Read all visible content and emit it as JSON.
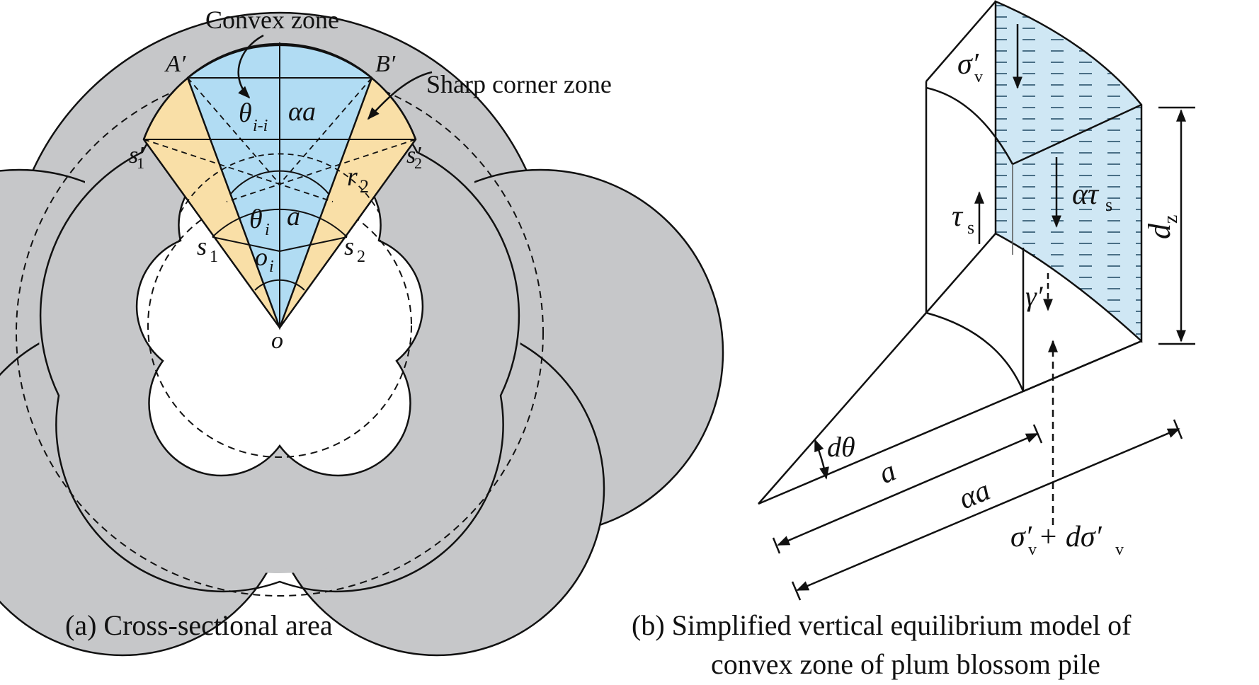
{
  "panel_a": {
    "zone_labels": {
      "convex": "Convex zone",
      "sharp_corner": "Sharp corner zone"
    },
    "points": {
      "a_prime": "A′",
      "b_prime": "B′",
      "o": "o",
      "o_i": "o",
      "o_i_sub": "i",
      "s1": "s",
      "s1_sub": "1",
      "s2": "s",
      "s2_sub": "2",
      "s1_prime": "s′",
      "s1_prime_sub": "1",
      "s2_prime": "s′",
      "s2_prime_sub": "2",
      "r2": "r",
      "r2_sub": "2"
    },
    "angles": {
      "theta_i_minus_i": "θ",
      "theta_i_minus_i_sub": "i-i",
      "theta_i": "θ",
      "theta_i_sub": "i"
    },
    "lengths": {
      "alpha_a": "αa",
      "a": "a"
    },
    "caption": "(a) Cross-sectional area",
    "colors": {
      "pile_fill": "#c6c7c9",
      "convex_fill": "#b1dcf3",
      "sharp_fill": "#f9dfa7",
      "stroke": "#111111"
    }
  },
  "panel_b": {
    "labels": {
      "sigma_v": "σ′",
      "sigma_v_sub": "v",
      "tau_s": "τ",
      "tau_s_sub": "s",
      "alpha_tau_s": "ατ",
      "alpha_tau_s_sub": "s",
      "gamma": "γ′",
      "dz": "d",
      "dz_sub": "z",
      "d_theta": "dθ",
      "a": "a",
      "alpha_a": "αa",
      "sigma_plus_d": "σ′",
      "sigma_plus_d_sub": "v",
      "plus_d": " + dσ′",
      "plus_d_sub": "v"
    },
    "caption_line1": "(b) Simplified vertical equilibrium model of",
    "caption_line2": "convex zone of plum blossom pile",
    "colors": {
      "water_fill": "#cfe7f4",
      "dash": "#4a6f86"
    }
  }
}
